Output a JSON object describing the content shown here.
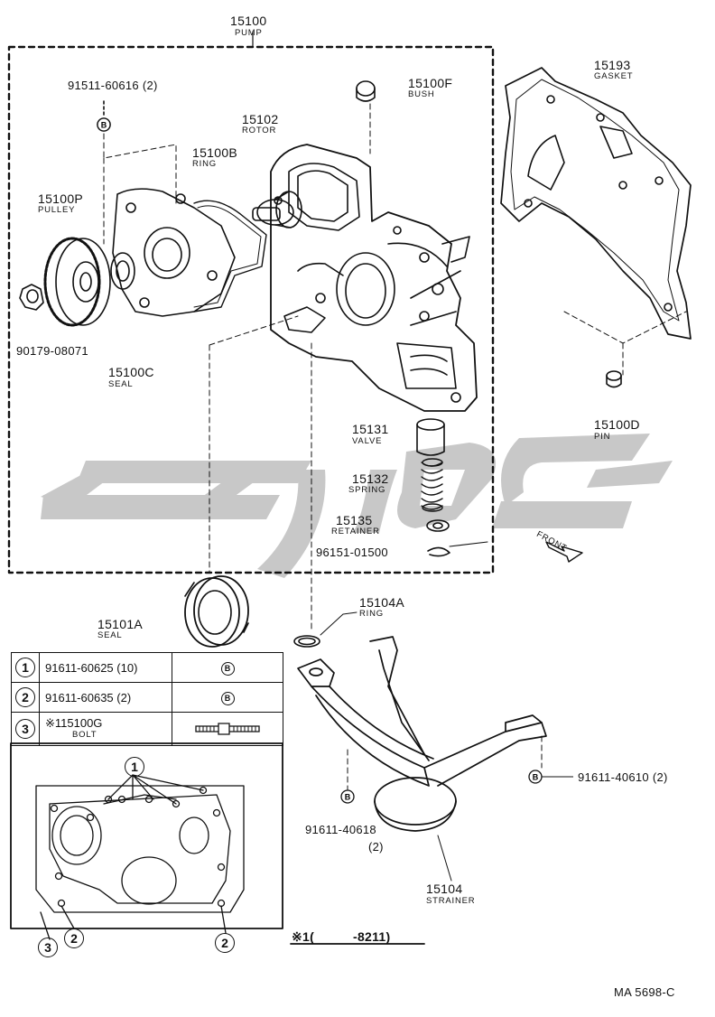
{
  "callouts": {
    "pump": {
      "number": "15100",
      "name": "PUMP"
    },
    "bolt_91511": {
      "number": "91511-60616 (2)"
    },
    "bush": {
      "number": "15100F",
      "name": "BUSH"
    },
    "gasket": {
      "number": "15193",
      "name": "GASKET"
    },
    "rotor": {
      "number": "15102",
      "name": "ROTOR"
    },
    "ring_b": {
      "number": "15100B",
      "name": "RING"
    },
    "pulley": {
      "number": "15100P",
      "name": "PULLEY"
    },
    "nut": {
      "number": "90179-08071"
    },
    "seal_c": {
      "number": "15100C",
      "name": "SEAL"
    },
    "pin": {
      "number": "15100D",
      "name": "PIN"
    },
    "valve": {
      "number": "15131",
      "name": "VALVE"
    },
    "spring": {
      "number": "15132",
      "name": "SPRING"
    },
    "retainer": {
      "number": "15135",
      "name": "RETAINER"
    },
    "clip": {
      "number": "96151-01500"
    },
    "ring_a": {
      "number": "15104A",
      "name": "RING"
    },
    "seal_a": {
      "number": "15101A",
      "name": "SEAL"
    },
    "bolt_right": {
      "number": "91611-40610 (2)"
    },
    "bolt_left": {
      "number": "91611-40618",
      "qty": "(2)"
    },
    "strainer": {
      "number": "15104",
      "name": "STRAINER"
    }
  },
  "front_label": "FRONT",
  "table": {
    "rows": [
      {
        "key": "1",
        "part": "91611-60625 (10)",
        "mark": "B"
      },
      {
        "key": "2",
        "part": "91611-60635 (2)",
        "mark": "B"
      },
      {
        "key": "3",
        "part": "※115100G",
        "sub": "BOLT"
      }
    ]
  },
  "detail_markers": [
    "1",
    "2",
    "2",
    "3"
  ],
  "footnote": "※1(　　　-8211)",
  "drawing_code": "MA 5698-C",
  "colors": {
    "line": "#111111",
    "watermark": "#c8c8c8"
  }
}
